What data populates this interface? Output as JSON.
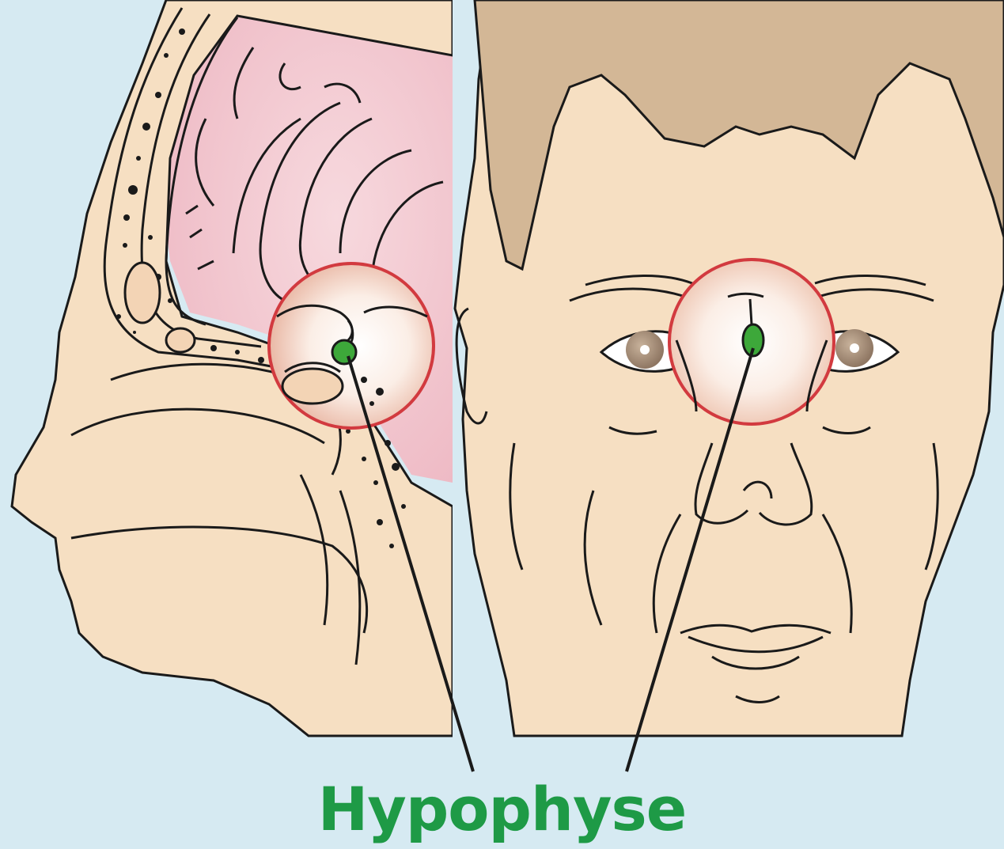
{
  "label": {
    "text": "Hypophyse"
  },
  "colors": {
    "background": "#d6eaf2",
    "skin": "#f6dfc2",
    "brain": "#f0c4cc",
    "hair": "#d3b796",
    "pituitary": "#3da83a",
    "highlight_circle": "#d23a3f",
    "label": "#1e9a46",
    "outline": "#1a1a1a"
  },
  "icons": {
    "left_panel": "head-sagittal-section-illustration",
    "right_panel": "face-frontal-illustration"
  }
}
